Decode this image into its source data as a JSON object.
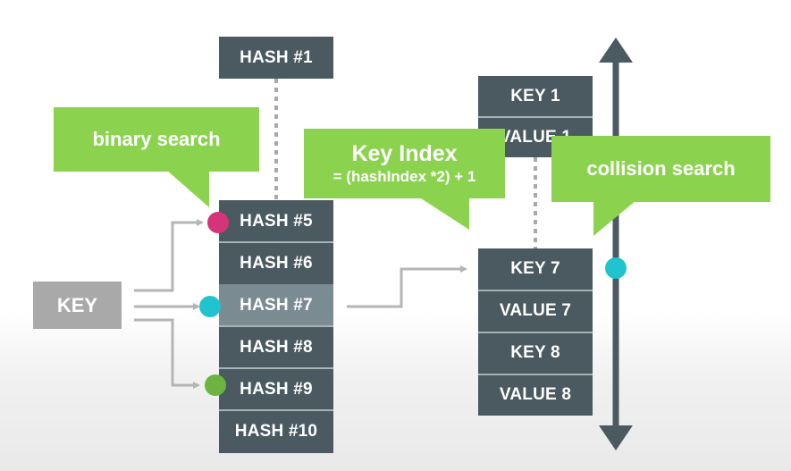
{
  "hash_column": {
    "top_label": "HASH #1",
    "cells": [
      "HASH #5",
      "HASH #6",
      "HASH #7",
      "HASH #8",
      "HASH #9",
      "HASH #10"
    ]
  },
  "key_box": {
    "label": "KEY"
  },
  "value_column": {
    "top_cells": [
      "KEY 1",
      "VALUE 1"
    ],
    "cells": [
      "KEY 7",
      "VALUE 7",
      "KEY 8",
      "VALUE 8"
    ]
  },
  "callouts": {
    "binary_search": "binary search",
    "key_index_title": "Key Index",
    "key_index_formula": "= (hashIndex *2) + 1",
    "collision_search": "collision search"
  },
  "colors": {
    "cell": "#4a5a60",
    "highlight": "#7a8c92",
    "callout": "#8bd34f",
    "key_box": "#a9a9a9",
    "arrow": "#b5b5b5",
    "dot_pink": "#d6337a",
    "dot_cyan": "#21c3cf",
    "dot_green": "#6cb33f"
  },
  "icons": {
    "pink_dot": "marker-dot",
    "cyan_dot": "marker-dot",
    "green_dot": "marker-dot"
  }
}
